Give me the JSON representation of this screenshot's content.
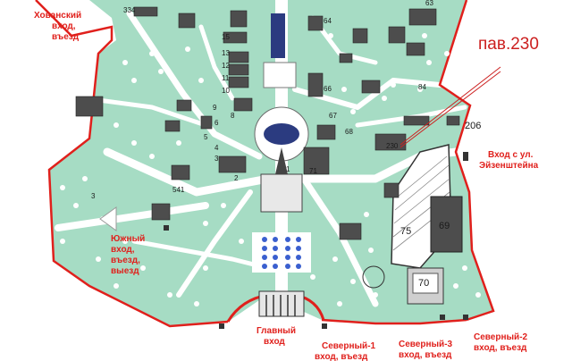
{
  "map": {
    "colors": {
      "park": "#a6dcc4",
      "road": "#ffffff",
      "boundary": "#e0201c",
      "building": "#4d4d4d",
      "building_light": "#d8d8d8",
      "tree": "#ffffff",
      "callout": "#cc2020",
      "fountain_water": "#2b3b80",
      "pool": "#3a5fcf"
    },
    "callout": {
      "label": "пав.230"
    },
    "entrances": {
      "khovansky": [
        "Хованский",
        "вход,",
        "въезд"
      ],
      "eisenstein": [
        "Вход с ул.",
        "Эйзенштейна"
      ],
      "south": [
        "Южный",
        "вход,",
        "въезд,",
        "выезд"
      ],
      "main": [
        "Главный",
        "вход"
      ],
      "north1": [
        "Северный-1",
        "вход, въезд"
      ],
      "north3": [
        "Северный-3",
        "вход, въезд"
      ],
      "north2": [
        "Северный-2",
        "вход, въезд"
      ]
    },
    "pavilion_numbers": {
      "p334": "334",
      "p15": "15",
      "p13": "13",
      "p12": "12",
      "p11": "11",
      "p10": "10",
      "p9": "9",
      "p8": "8",
      "p6": "6",
      "p5": "5",
      "p4": "4",
      "p3": "3",
      "p2": "2",
      "p1": "1",
      "p64": "64",
      "p66": "66",
      "p67": "67",
      "p68": "68",
      "p71": "71",
      "p63": "63",
      "p84": "84",
      "p206": "206",
      "p230": "230",
      "p75": "75",
      "p69": "69",
      "p70": "70",
      "p541": "541",
      "p3area": "3"
    }
  }
}
